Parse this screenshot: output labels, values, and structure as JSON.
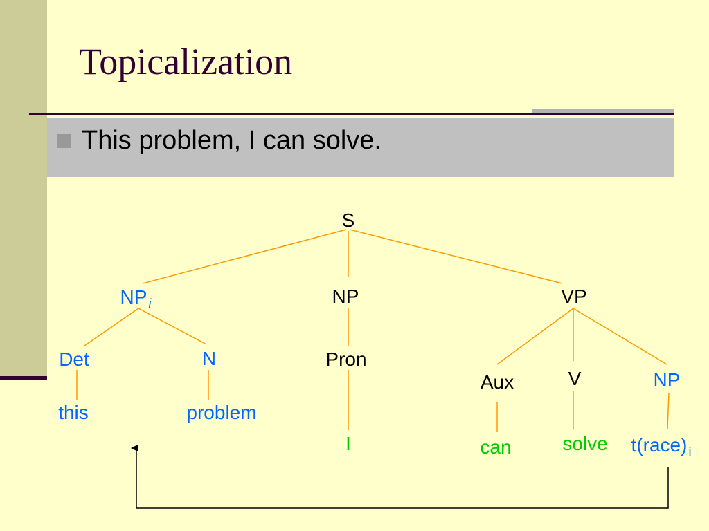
{
  "slide": {
    "title": "Topicalization",
    "bullet": "This problem, I can solve."
  },
  "colors": {
    "background": "#ffffcc",
    "title": "#330033",
    "label_black": "#000000",
    "label_blue": "#0066ff",
    "word_green": "#00cc00",
    "edge": "#ff9900",
    "arrow": "#000000"
  },
  "tree": {
    "s": "S",
    "np_topic": "NP",
    "np_topic_sub": "i",
    "np_subject": "NP",
    "vp": "VP",
    "det": "Det",
    "n": "N",
    "pron": "Pron",
    "aux": "Aux",
    "v": "V",
    "np_object": "NP",
    "word_this": "this",
    "word_problem": "problem",
    "word_i": "I",
    "word_can": "can",
    "word_solve": "solve",
    "trace": "t(race)",
    "trace_sub": "i"
  }
}
